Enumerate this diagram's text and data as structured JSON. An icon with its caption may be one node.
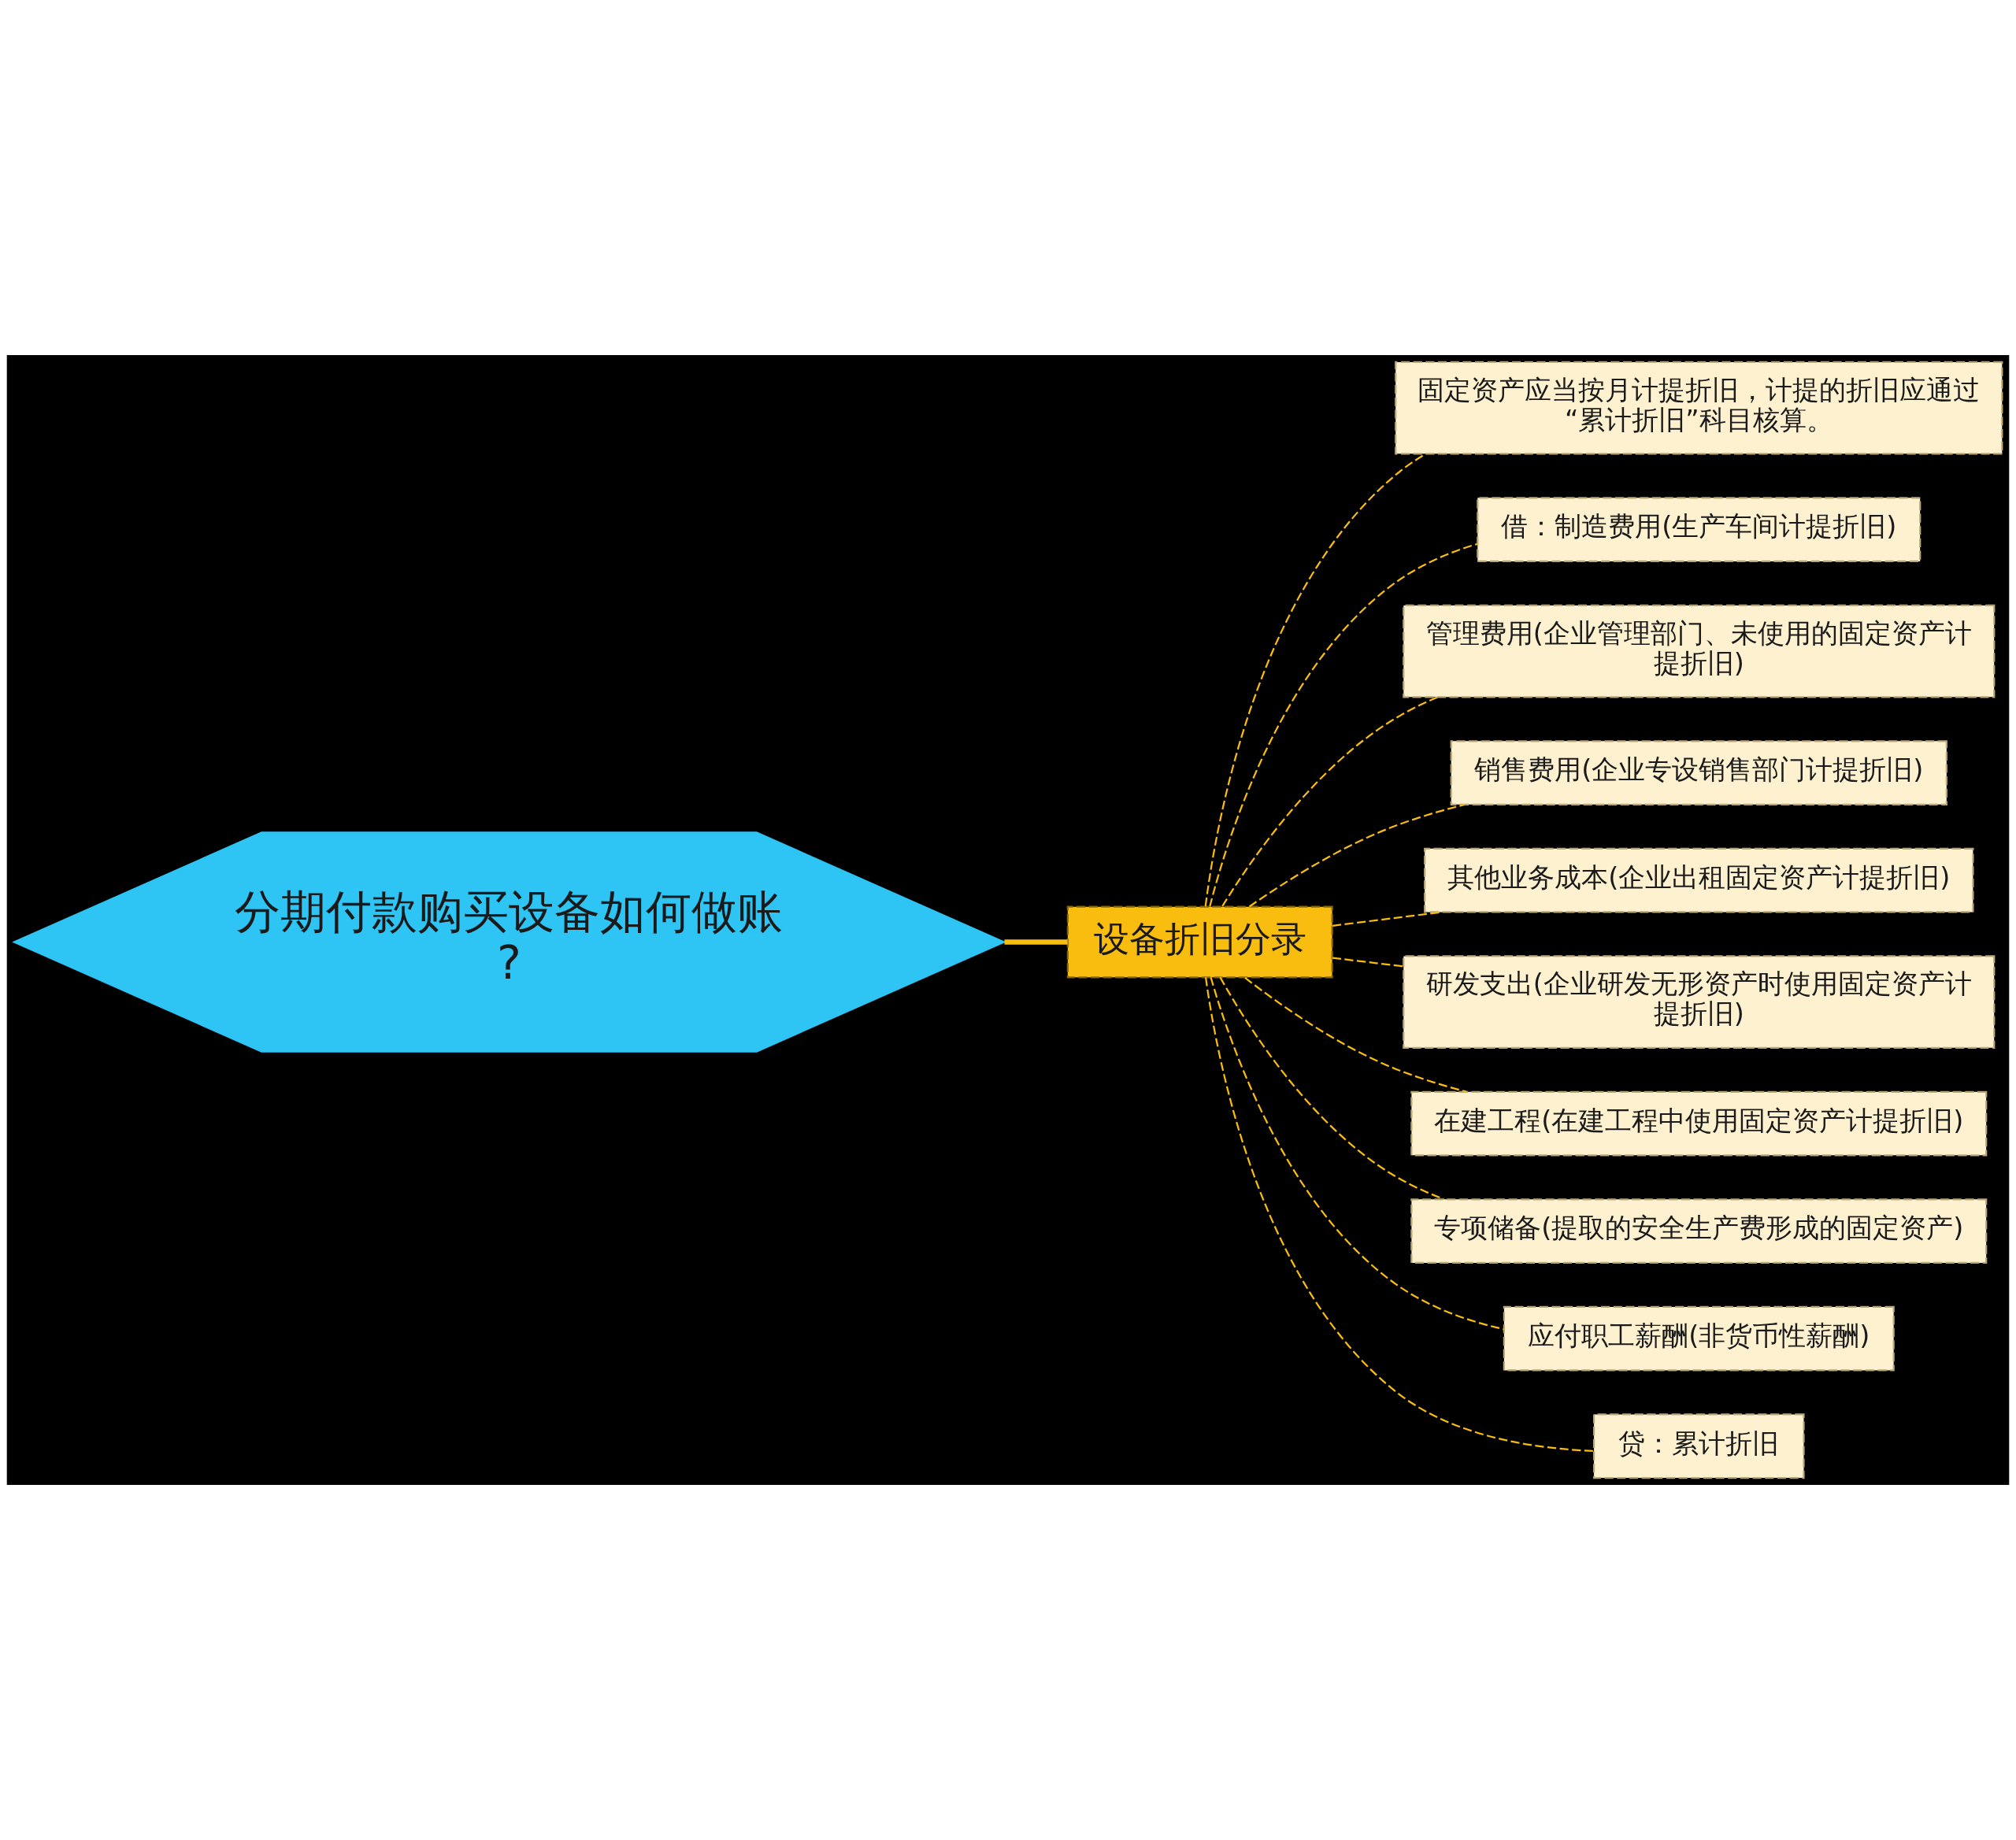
{
  "diagram": {
    "nodes": [
      {
        "text": [
          "分期付款购买设备如何做账?"
        ]
      },
      {
        "text": [
          "设备折旧分录"
        ]
      },
      {
        "text": [
          "固定资产应当按月计提折旧，计提的折旧应通过“累计折旧”科目核算。"
        ]
      },
      {
        "text": [
          "借：制造费用(生产车间计提折旧)"
        ]
      },
      {
        "text": [
          "管理费用(企业管理部门、未使用的固定资产计提折旧)"
        ]
      },
      {
        "text": [
          "销售费用(企业专设销售部门计提折旧)"
        ]
      },
      {
        "text": [
          "其他业务成本(企业出租固定资产计提折旧)"
        ]
      },
      {
        "text": [
          "研发支出(企业研发无形资产时使用固定资产计提折旧)"
        ]
      },
      {
        "text": [
          "在建工程(在建工程中使用固定资产计提折旧)"
        ]
      },
      {
        "text": [
          "专项储备(提取的安全生产费形成的固定资产)"
        ]
      },
      {
        "text": [
          "应付职工薪酬(非货币性薪酬)"
        ]
      },
      {
        "text": [
          "贷：累计折旧"
        ]
      }
    ],
    "edges": [
      {
        "from": 0,
        "to": 1,
        "arrow": "none",
        "style": "thick"
      },
      {
        "from": 1,
        "to": 2,
        "arrow": "none",
        "style": "dashed"
      },
      {
        "from": 1,
        "to": 3,
        "arrow": "none",
        "style": "dashed"
      },
      {
        "from": 1,
        "to": 4,
        "arrow": "none",
        "style": "dashed"
      },
      {
        "from": 1,
        "to": 5,
        "arrow": "none",
        "style": "dashed"
      },
      {
        "from": 1,
        "to": 6,
        "arrow": "none",
        "style": "dashed"
      },
      {
        "from": 1,
        "to": 7,
        "arrow": "none",
        "style": "dashed"
      },
      {
        "from": 1,
        "to": 8,
        "arrow": "none",
        "style": "dashed"
      },
      {
        "from": 1,
        "to": 9,
        "arrow": "none",
        "style": "dashed"
      },
      {
        "from": 1,
        "to": 10,
        "arrow": "none",
        "style": "dashed"
      },
      {
        "from": 1,
        "to": 11,
        "arrow": "none",
        "style": "dashed"
      }
    ]
  }
}
